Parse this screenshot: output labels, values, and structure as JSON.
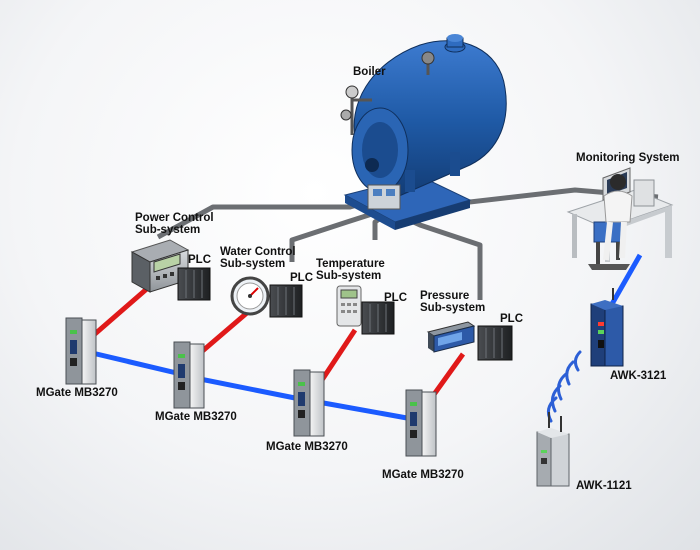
{
  "labels": {
    "boiler": "Boiler",
    "monitoring": "Monitoring System",
    "power_l1": "Power Control",
    "power_l2": "Sub-system",
    "water_l1": "Water Control",
    "water_l2": "Sub-system",
    "temp_l1": "Temperature",
    "temp_l2": "Sub-system",
    "pressure_l1": "Pressure",
    "pressure_l2": "Sub-system",
    "plc": "PLC",
    "mgate": "MGate MB3270",
    "awk3121": "AWK-3121",
    "awk1121": "AWK-1121"
  },
  "colors": {
    "boiler_blue": "#1f5aa6",
    "serial_red": "#e01919",
    "ethernet_blue": "#1b5bff",
    "plant_gray": "#6b6e72"
  }
}
